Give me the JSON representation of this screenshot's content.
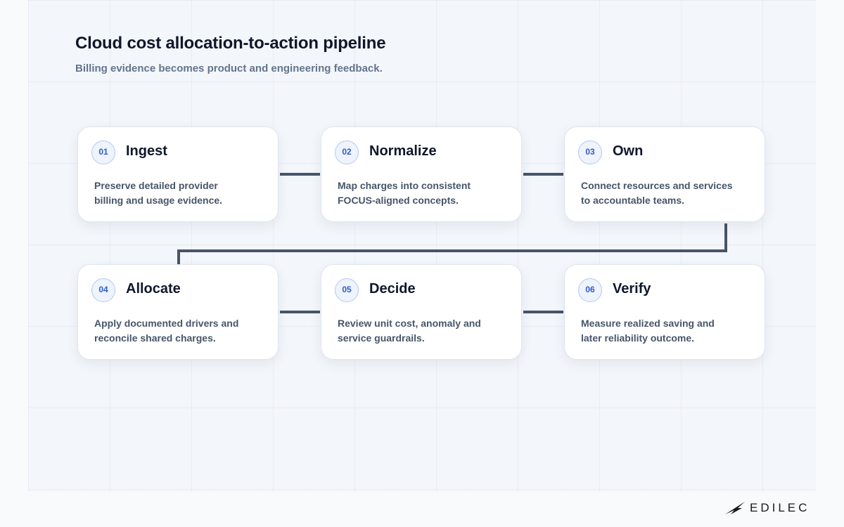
{
  "header": {
    "title": "Cloud cost allocation-to-action pipeline",
    "subtitle": "Billing evidence becomes product and engineering feedback."
  },
  "steps": [
    {
      "number": "01",
      "title": "Ingest",
      "description": "Preserve detailed provider billing and usage evidence."
    },
    {
      "number": "02",
      "title": "Normalize",
      "description": "Map charges into consistent FOCUS-aligned concepts."
    },
    {
      "number": "03",
      "title": "Own",
      "description": "Connect resources and services to accountable teams."
    },
    {
      "number": "04",
      "title": "Allocate",
      "description": "Apply documented drivers and reconcile shared charges."
    },
    {
      "number": "05",
      "title": "Decide",
      "description": "Review unit cost, anomaly and service guardrails."
    },
    {
      "number": "06",
      "title": "Verify",
      "description": "Measure realized saving and later reliability outcome."
    }
  ],
  "brand": {
    "name": "EDILEC",
    "icon": "brand-wing-icon"
  },
  "colors": {
    "connector": "#475569",
    "badge_text": "#2f5cc8",
    "badge_border": "#b4c8ee"
  }
}
